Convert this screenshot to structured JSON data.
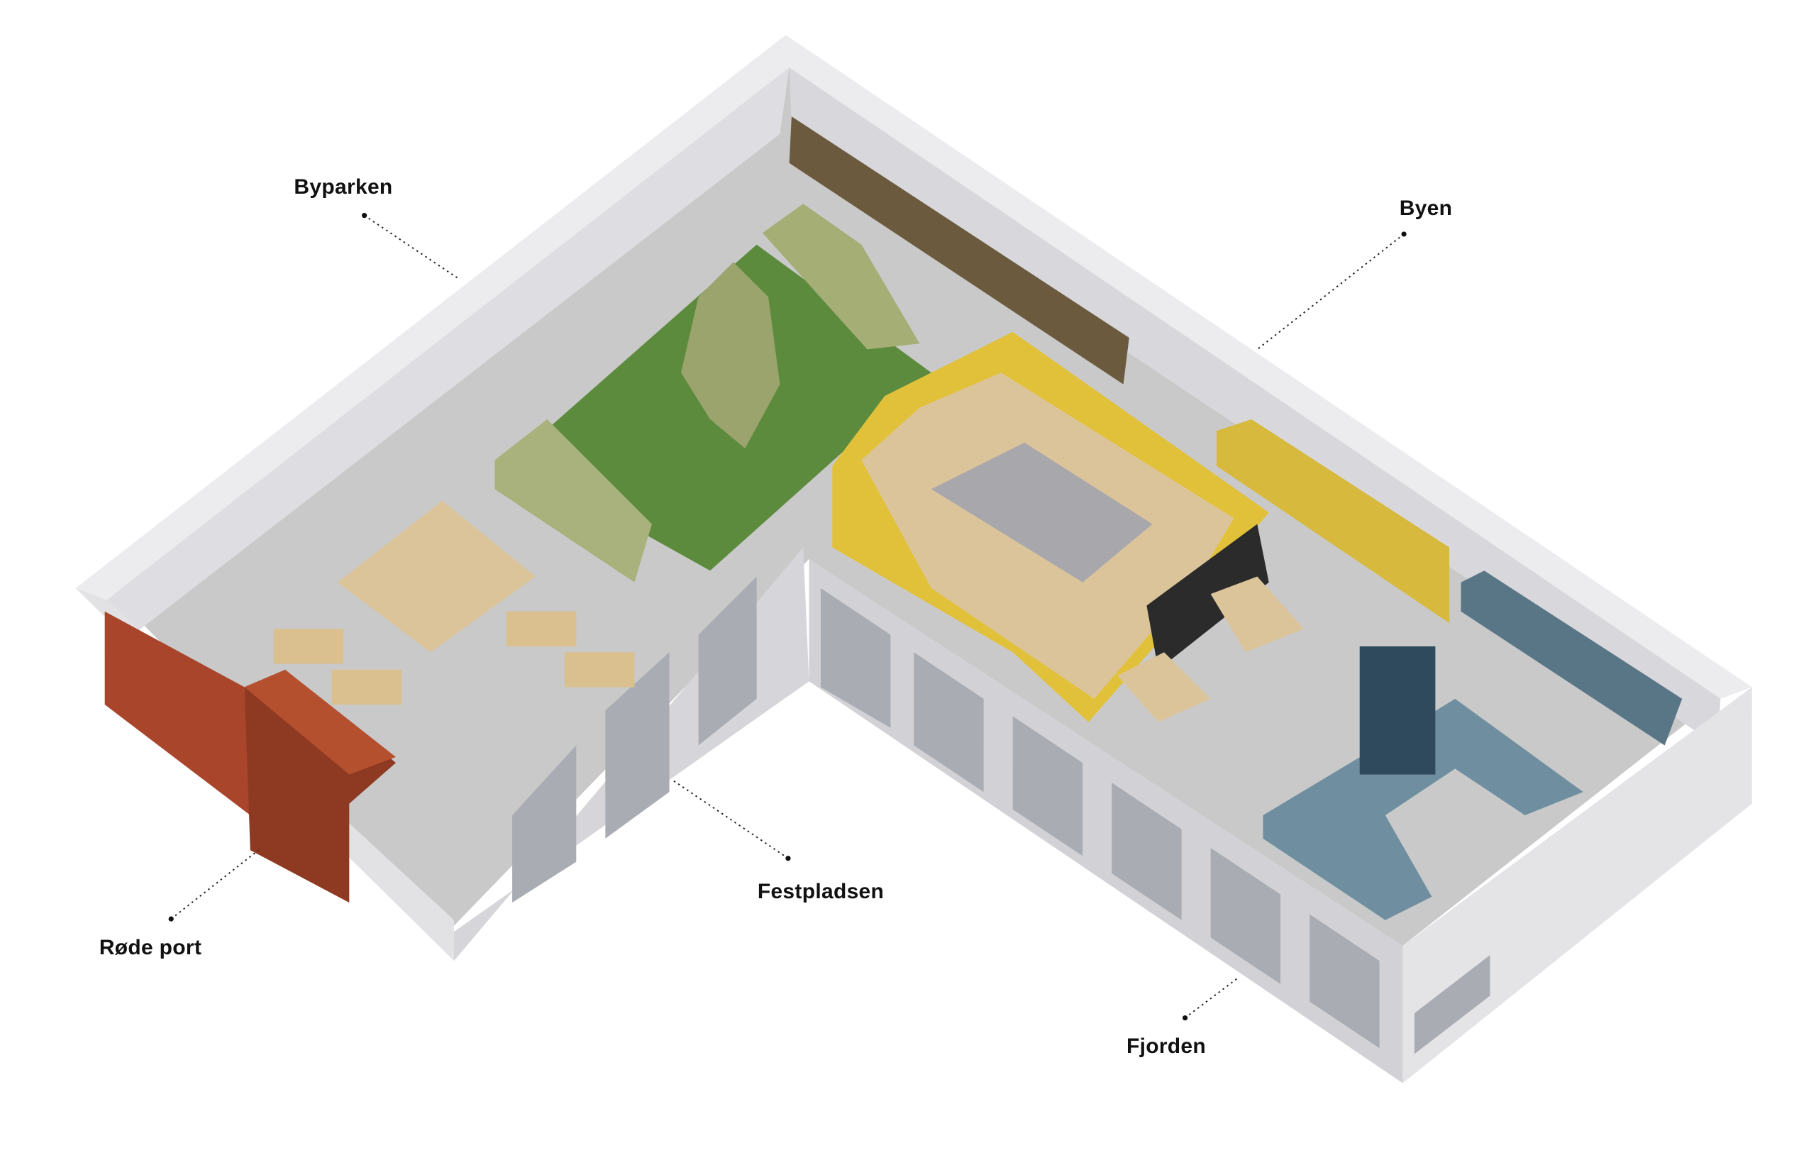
{
  "zones": [
    {
      "id": "byparken",
      "label": "Byparken"
    },
    {
      "id": "byen",
      "label": "Byen"
    },
    {
      "id": "rode-port",
      "label": "Røde port"
    },
    {
      "id": "festpladsen",
      "label": "Festpladsen"
    },
    {
      "id": "fjorden",
      "label": "Fjorden"
    }
  ],
  "colors": {
    "floor": "#c8c8c8",
    "wall_top": "#e9e9eb",
    "wall_face": "#d4d4d8",
    "park_green": "#5c8a3c",
    "park_sage": "#a3ad74",
    "house_yellow": "#e2c13a",
    "house_wood": "#dcc49a",
    "seating_blue": "#6f8fa0",
    "gate_red": "#a8452a",
    "leader": "#222222"
  }
}
